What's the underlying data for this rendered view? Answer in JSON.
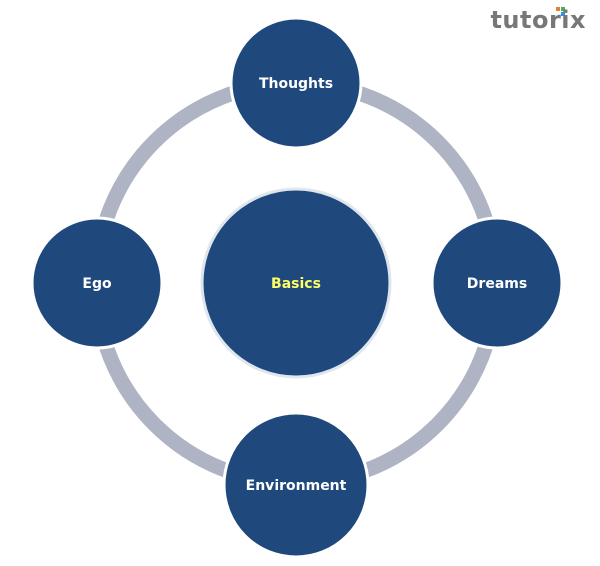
{
  "logo": {
    "text": "tutorix"
  },
  "center": {
    "label": "Basics"
  },
  "nodes": [
    {
      "label": "Thoughts"
    },
    {
      "label": "Dreams"
    },
    {
      "label": "Environment"
    },
    {
      "label": "Ego"
    }
  ],
  "colors": {
    "node_fill": "#1f497d",
    "ring": "#aeb4c4",
    "center_text": "#ffff66",
    "node_text": "#ffffff"
  }
}
